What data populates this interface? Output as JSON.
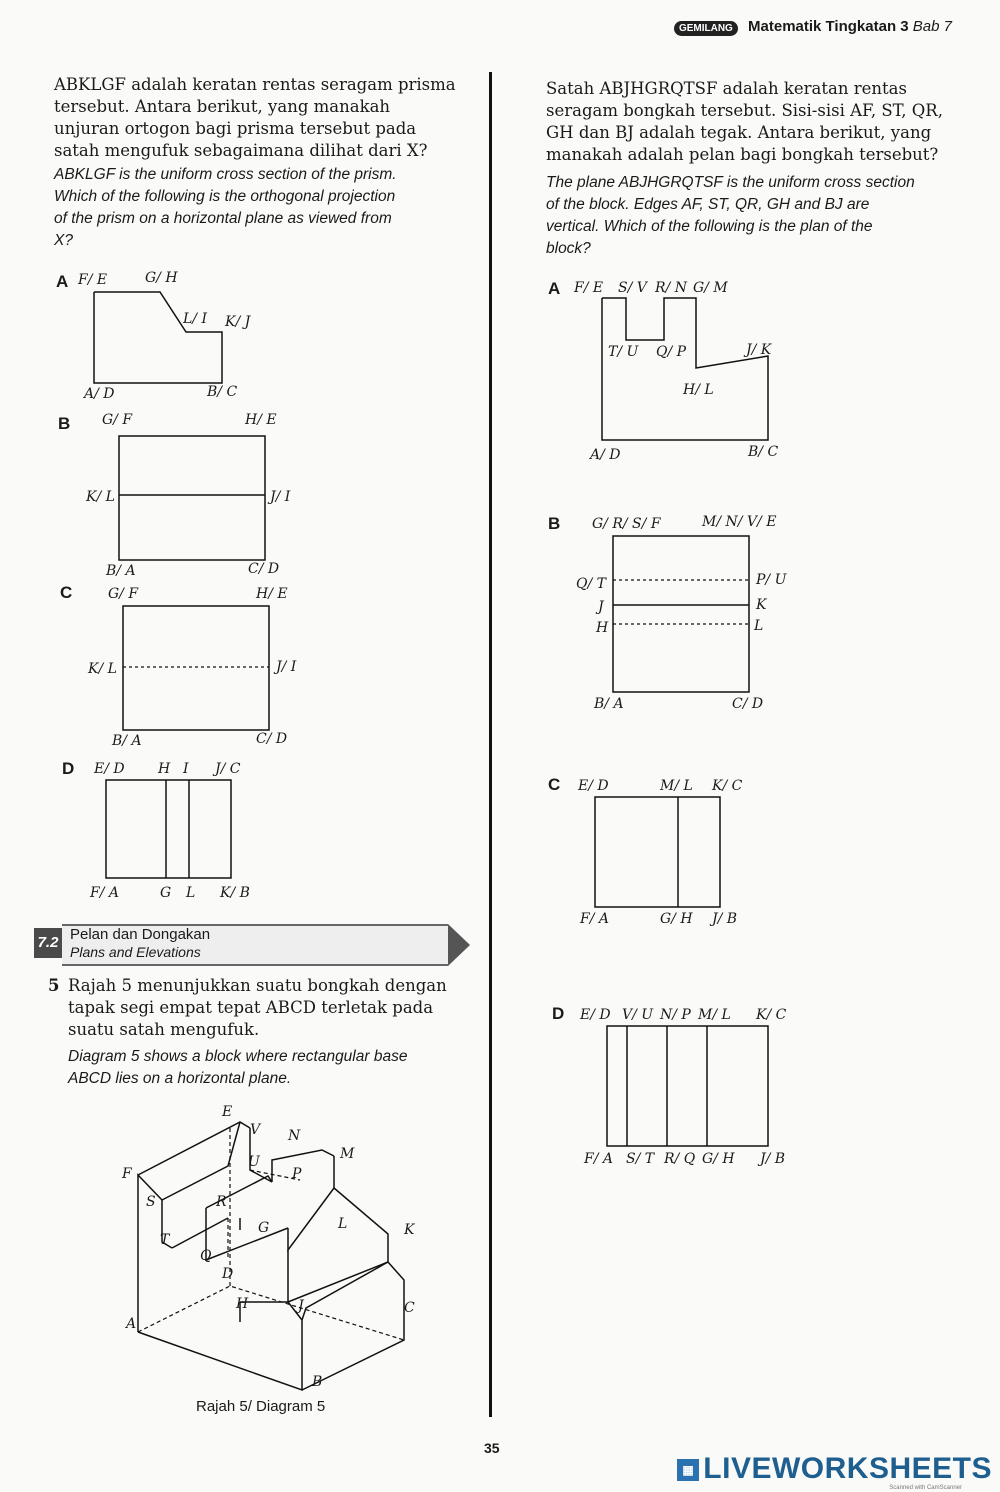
{
  "header": {
    "badge": "GEMILANG",
    "title": "Matematik Tingkatan 3",
    "chapter": "Bab 7"
  },
  "left_question": {
    "text_ms": [
      "ABKLGF adalah keratan rentas seragam prisma",
      "tersebut. Antara berikut, yang manakah",
      "unjuran ortogon bagi prisma tersebut pada",
      "satah mengufuk sebagaimana dilihat dari X?"
    ],
    "text_en": [
      "ABKLGF is the uniform cross section of the prism.",
      "Which of the following is the orthogonal projection",
      "of the prism on a horizontal plane as viewed from",
      "X?"
    ],
    "options": {
      "A": {
        "letter": "A",
        "labels": [
          "F/ E",
          "G/ H",
          "L/ I",
          "K/ J",
          "A/ D",
          "B/ C"
        ]
      },
      "B": {
        "letter": "B",
        "labels": [
          "G/ F",
          "H/ E",
          "K/ L",
          "J/ I",
          "B/ A",
          "C/ D"
        ]
      },
      "C": {
        "letter": "C",
        "labels": [
          "G/ F",
          "H/ E",
          "K/ L",
          "J/ I",
          "B/ A",
          "C/ D"
        ]
      },
      "D": {
        "letter": "D",
        "labels": [
          "E/ D",
          "H",
          "I",
          "J/ C",
          "F/ A",
          "G",
          "L",
          "K/ B"
        ]
      }
    }
  },
  "section": {
    "number": "7.2",
    "title_ms": "Pelan dan Dongakan",
    "title_en": "Plans and Elevations"
  },
  "question5": {
    "number": "5",
    "text_ms": [
      "Rajah 5 menunjukkan suatu bongkah dengan",
      "tapak segi empat tepat ABCD terletak pada",
      "suatu satah mengufuk."
    ],
    "text_en": [
      "Diagram 5 shows a block where rectangular base",
      "ABCD lies on a horizontal plane."
    ],
    "diagram_labels": [
      "E",
      "V",
      "N",
      "M",
      "F",
      "U",
      "P",
      "S",
      "R",
      "G",
      "L",
      "K",
      "T",
      "Q",
      "D",
      "H",
      "J",
      "C",
      "A",
      "B"
    ],
    "caption": "Rajah 5/ Diagram 5"
  },
  "right_question": {
    "text_ms": [
      "Satah ABJHGRQTSF adalah keratan rentas",
      "seragam bongkah tersebut. Sisi-sisi AF, ST, QR,",
      "GH dan BJ adalah tegak. Antara berikut, yang",
      "manakah adalah pelan bagi bongkah tersebut?"
    ],
    "text_en": [
      "The plane ABJHGRQTSF is the uniform cross section",
      "of the block. Edges AF, ST, QR, GH and BJ are",
      "vertical. Which of the following is the plan of the",
      "block?"
    ],
    "options": {
      "A": {
        "letter": "A",
        "labels": [
          "F/ E",
          "S/ V",
          "R/ N",
          "G/ M",
          "T/ U",
          "Q/ P",
          "J/ K",
          "H/ L",
          "A/ D",
          "B/ C"
        ]
      },
      "B": {
        "letter": "B",
        "labels": [
          "G/ R/ S/ F",
          "M/ N/ V/ E",
          "Q/ T",
          "P/ U",
          "J",
          "K",
          "H",
          "L",
          "B/ A",
          "C/ D"
        ]
      },
      "C": {
        "letter": "C",
        "labels": [
          "E/ D",
          "M/ L",
          "K/ C",
          "F/ A",
          "G/ H",
          "J/ B"
        ]
      },
      "D": {
        "letter": "D",
        "labels": [
          "E/ D",
          "V/ U",
          "N/ P",
          "M/ L",
          "K/ C",
          "F/ A",
          "S/ T",
          "R/ Q",
          "G/ H",
          "J/ B"
        ]
      }
    }
  },
  "page_number": "35",
  "watermark": "LIVEWORKSHEETS",
  "scanner_note": "Scanned with CamScanner"
}
